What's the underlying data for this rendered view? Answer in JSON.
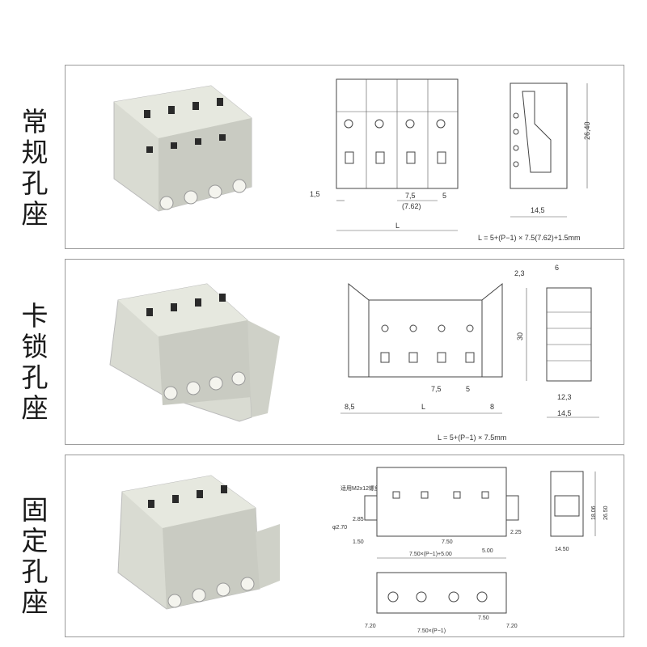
{
  "rows": [
    {
      "label": "常规孔座",
      "dims": {
        "height": "26,40",
        "width": "14,5",
        "left_offset": "1,5",
        "pitch": "7,5",
        "pitch_alt": "(7.62)",
        "edge": "5",
        "length": "L",
        "formula": "L = 5+(P−1) × 7.5(7.62)+1.5mm"
      }
    },
    {
      "label": "卡锁孔座",
      "dims": {
        "top_a": "2,3",
        "top_b": "6",
        "height": "30",
        "inner_width": "12,3",
        "width": "14,5",
        "left": "8,5",
        "length": "L",
        "right": "8",
        "pitch": "7,5",
        "edge": "5",
        "formula": "L = 5+(P−1) × 7.5mm"
      }
    },
    {
      "label": "固定孔座",
      "dims": {
        "screw_note": "适用M2x12螺丝",
        "hole": "φ2.70",
        "d1": "2.85",
        "d2": "1.50",
        "pitch": "7.50",
        "d3": "2.25",
        "d4": "5.00",
        "total": "7.50×(P−1)+5.00",
        "side_w": "14.50",
        "h1": "18.06",
        "h2": "26.50",
        "bottom_edge_left": "7.20",
        "bottom_pitch": "7.50",
        "bottom_edge_right": "7.20",
        "bottom_total": "7.50×(P−1)"
      }
    }
  ],
  "colors": {
    "connector": "#d9dbd2",
    "connector_shadow": "#b9bbb2",
    "slot": "#2a2a2a",
    "panel_border": "#9a9a9a"
  }
}
